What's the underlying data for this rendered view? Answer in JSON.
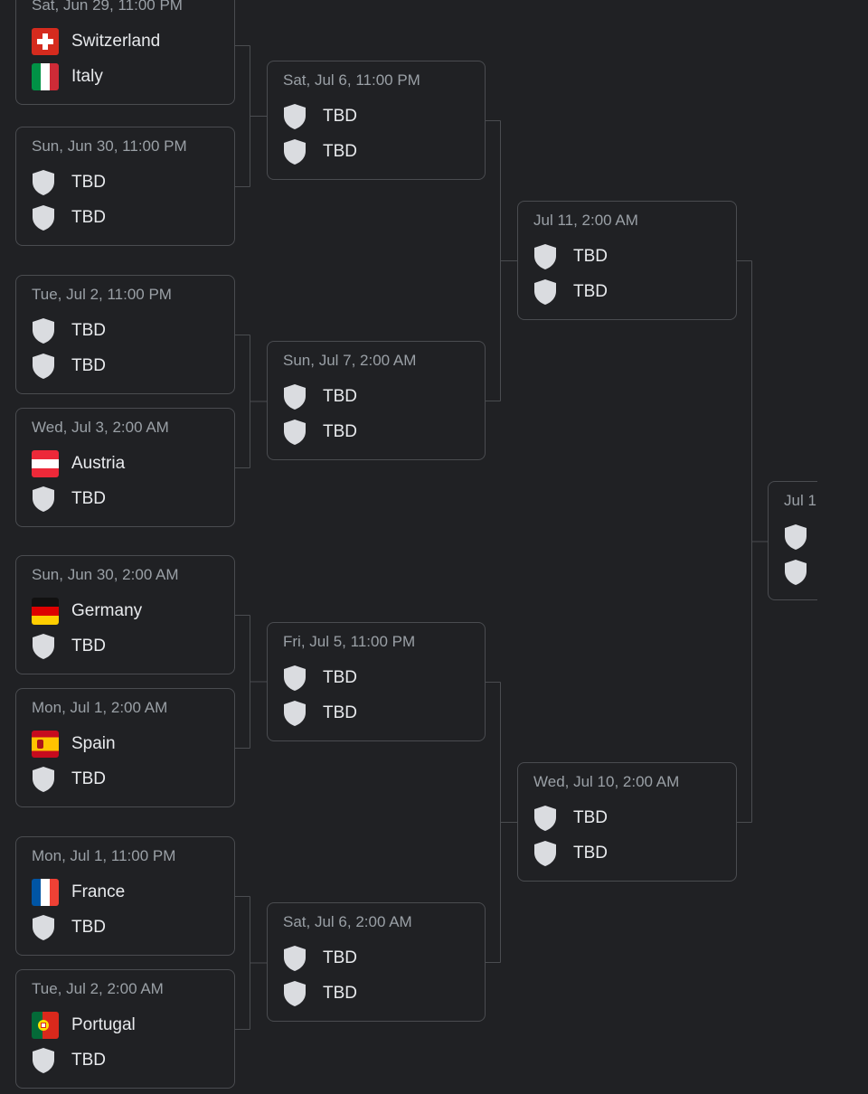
{
  "colors": {
    "background": "#202124",
    "card_border": "#4a4c50",
    "connector": "#4a4c50",
    "date_text": "#9aa0a6",
    "team_text": "#e8eaed",
    "shield": "#dadce0"
  },
  "rounds": [
    {
      "name": "round-of-16",
      "matches": [
        {
          "date": "Sat, Jun 29, 11:00 PM",
          "teams": [
            {
              "name": "Switzerland",
              "icon": "flag-switzerland"
            },
            {
              "name": "Italy",
              "icon": "flag-italy"
            }
          ]
        },
        {
          "date": "Sun, Jun 30, 11:00 PM",
          "teams": [
            {
              "name": "TBD",
              "icon": "shield-icon"
            },
            {
              "name": "TBD",
              "icon": "shield-icon"
            }
          ]
        },
        {
          "date": "Tue, Jul 2, 11:00 PM",
          "teams": [
            {
              "name": "TBD",
              "icon": "shield-icon"
            },
            {
              "name": "TBD",
              "icon": "shield-icon"
            }
          ]
        },
        {
          "date": "Wed, Jul 3, 2:00 AM",
          "teams": [
            {
              "name": "Austria",
              "icon": "flag-austria"
            },
            {
              "name": "TBD",
              "icon": "shield-icon"
            }
          ]
        },
        {
          "date": "Sun, Jun 30, 2:00 AM",
          "teams": [
            {
              "name": "Germany",
              "icon": "flag-germany"
            },
            {
              "name": "TBD",
              "icon": "shield-icon"
            }
          ]
        },
        {
          "date": "Mon, Jul 1, 2:00 AM",
          "teams": [
            {
              "name": "Spain",
              "icon": "flag-spain"
            },
            {
              "name": "TBD",
              "icon": "shield-icon"
            }
          ]
        },
        {
          "date": "Mon, Jul 1, 11:00 PM",
          "teams": [
            {
              "name": "France",
              "icon": "flag-france"
            },
            {
              "name": "TBD",
              "icon": "shield-icon"
            }
          ]
        },
        {
          "date": "Tue, Jul 2, 2:00 AM",
          "teams": [
            {
              "name": "Portugal",
              "icon": "flag-portugal"
            },
            {
              "name": "TBD",
              "icon": "shield-icon"
            }
          ]
        }
      ]
    },
    {
      "name": "quarterfinals",
      "matches": [
        {
          "date": "Sat, Jul 6, 11:00 PM",
          "teams": [
            {
              "name": "TBD",
              "icon": "shield-icon"
            },
            {
              "name": "TBD",
              "icon": "shield-icon"
            }
          ]
        },
        {
          "date": "Sun, Jul 7, 2:00 AM",
          "teams": [
            {
              "name": "TBD",
              "icon": "shield-icon"
            },
            {
              "name": "TBD",
              "icon": "shield-icon"
            }
          ]
        },
        {
          "date": "Fri, Jul 5, 11:00 PM",
          "teams": [
            {
              "name": "TBD",
              "icon": "shield-icon"
            },
            {
              "name": "TBD",
              "icon": "shield-icon"
            }
          ]
        },
        {
          "date": "Sat, Jul 6, 2:00 AM",
          "teams": [
            {
              "name": "TBD",
              "icon": "shield-icon"
            },
            {
              "name": "TBD",
              "icon": "shield-icon"
            }
          ]
        }
      ]
    },
    {
      "name": "semifinals",
      "matches": [
        {
          "date": "Jul 11, 2:00 AM",
          "teams": [
            {
              "name": "TBD",
              "icon": "shield-icon"
            },
            {
              "name": "TBD",
              "icon": "shield-icon"
            }
          ]
        },
        {
          "date": "Wed, Jul 10, 2:00 AM",
          "teams": [
            {
              "name": "TBD",
              "icon": "shield-icon"
            },
            {
              "name": "TBD",
              "icon": "shield-icon"
            }
          ]
        }
      ]
    },
    {
      "name": "final",
      "matches": [
        {
          "date": "Jul 1",
          "teams": [
            {
              "name": "",
              "icon": "shield-icon"
            },
            {
              "name": "",
              "icon": "shield-icon"
            }
          ]
        }
      ]
    }
  ]
}
